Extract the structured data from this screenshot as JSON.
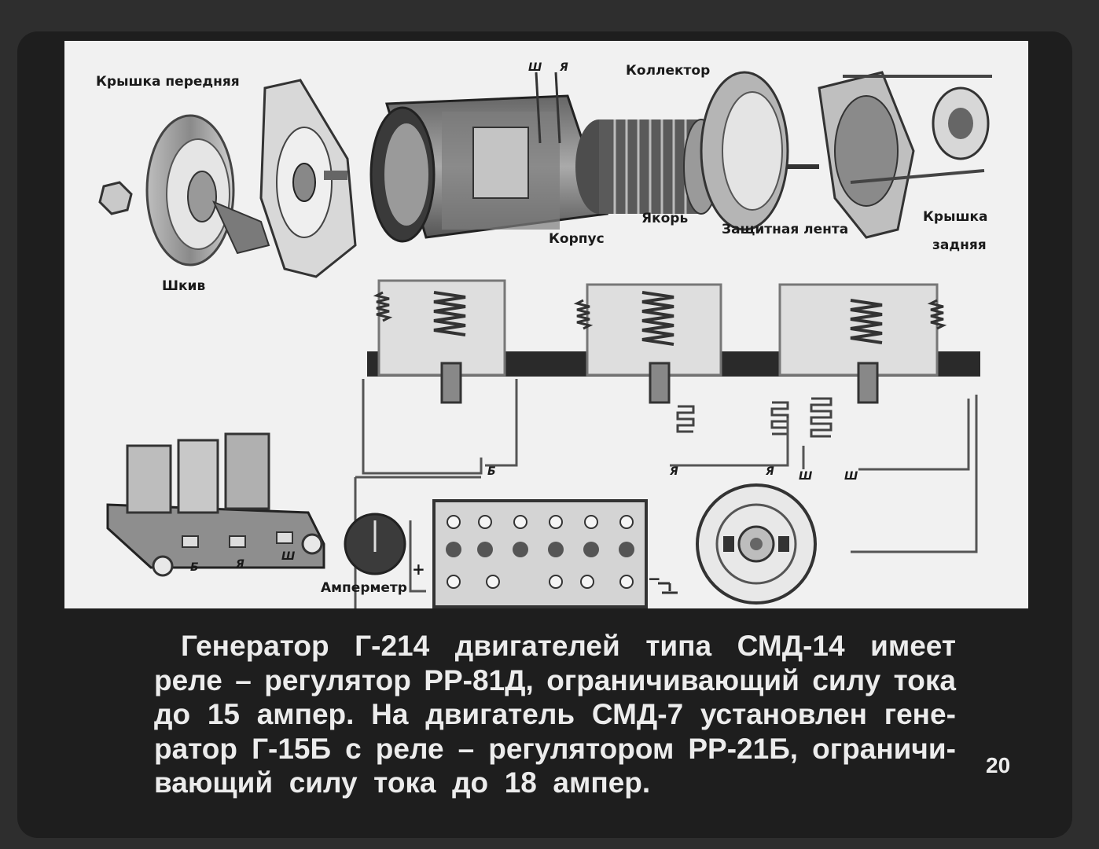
{
  "labels": {
    "front_cover": "Крышка передняя",
    "pulley": "Шкив",
    "sh_y_top_sh": "Ш",
    "sh_y_top_ya": "Я",
    "collector": "Коллектор",
    "housing": "Корпус",
    "armature": "Якорь",
    "protective_band": "Защитная лента",
    "rear_cover_1": "Крышка",
    "rear_cover_2": "задняя",
    "ammeter": "Амперметр",
    "term_b": "Б",
    "term_ya": "Я",
    "term_ya2": "Я",
    "term_sh": "Ш",
    "term_sh2": "Ш",
    "relay_b": "Б",
    "relay_ya": "Я",
    "relay_sh": "Ш",
    "plus": "+",
    "minus": "−"
  },
  "caption": {
    "line1": [
      "Генератор",
      "Г-214",
      "двигателей",
      "типа",
      "СМД-14",
      "имеет"
    ],
    "line2": [
      "реле",
      "–",
      "регулятор",
      "РР-81Д,",
      "ограничивающий",
      "силу",
      "тока"
    ],
    "line3": [
      "до",
      "15",
      "ампер.",
      "На",
      "двигатель",
      "СМД-7",
      "установлен",
      "гене-"
    ],
    "line4": [
      "ратор",
      "Г-15Б",
      "с",
      "реле",
      "–",
      "регулятором",
      "РР-21Б,",
      "ограничи-"
    ],
    "line5": "вающий  силу  тока  до  18  ампер."
  },
  "page_number": "20"
}
